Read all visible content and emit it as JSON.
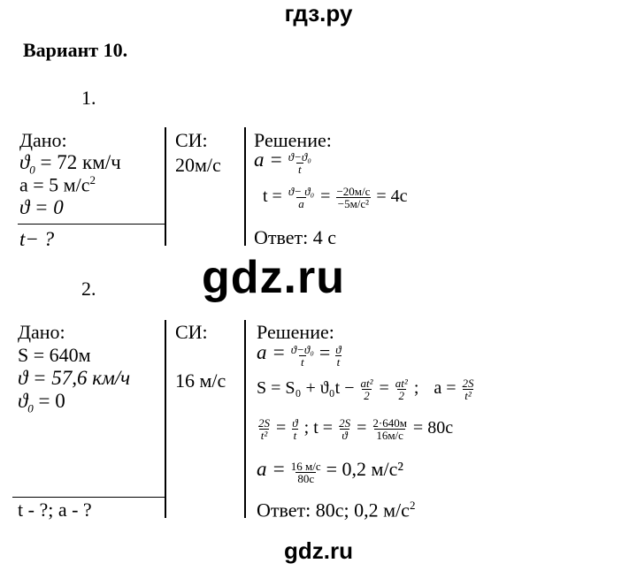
{
  "watermarks": {
    "top": "гдз.ру",
    "middle": "gdz.ru",
    "bottom": "gdz.ru"
  },
  "title": "Вариант 10.",
  "tasks": [
    {
      "number": "1.",
      "given_header": "Дано:",
      "given": {
        "v0_lhs": "ϑ",
        "v0_sub": "0",
        "v0_rhs": "= 72 км/ч",
        "a_lhs": "a = 5 м/с",
        "a_sup": "2",
        "v": "ϑ = 0"
      },
      "find": "t− ?",
      "si_header": "СИ:",
      "si": "20м/с",
      "solution_header": "Решение:",
      "eq1": {
        "lhs": "a =",
        "num": "ϑ−ϑ₀",
        "den": "t"
      },
      "eq2": {
        "lhs": "t =",
        "num1": "ϑ− ϑ₀",
        "den1": "a",
        "eq": "=",
        "num2": "−20м/с",
        "den2": "−5м/с²",
        "rhs": "= 4с"
      },
      "answer": "Ответ: 4 с"
    },
    {
      "number": "2.",
      "given_header": "Дано:",
      "given": {
        "s": "S = 640м",
        "v": "ϑ = 57,6 км/ч",
        "v0_lhs": "ϑ",
        "v0_sub": "0",
        "v0_rhs": "= 0"
      },
      "find": "t - ?;  a - ?",
      "si_header": "СИ:",
      "si": "16 м/с",
      "solution_header": "Решение:",
      "eq1": {
        "lhs": "a =",
        "num1": "ϑ−ϑ₀",
        "den1": "t",
        "eq": "=",
        "num2": "ϑ",
        "den2": "t"
      },
      "eq2": {
        "lhs": "S = S₀ + ϑ₀t −",
        "num1": "at²",
        "den1": "2",
        "eq": "=",
        "num2": "at²",
        "den2": "2",
        "sep": ";",
        "lhs2": "a =",
        "num3": "2S",
        "den3": "t²"
      },
      "eq3": {
        "num1": "2S",
        "den1": "t²",
        "eq": "=",
        "num2": "ϑ",
        "den2": "t",
        "sep": ";",
        "lhs2": "t =",
        "num3": "2S",
        "den3": "ϑ",
        "eq2": "=",
        "num4": "2·640м",
        "den4": "16м/с",
        "rhs": "= 80с"
      },
      "eq4": {
        "lhs": "a =",
        "num": "16 м/с",
        "den": "80с",
        "rhs": "= 0,2 м/с²"
      },
      "answer": "Ответ: 80с; 0,2 м/с",
      "answer_sup": "2"
    }
  ]
}
